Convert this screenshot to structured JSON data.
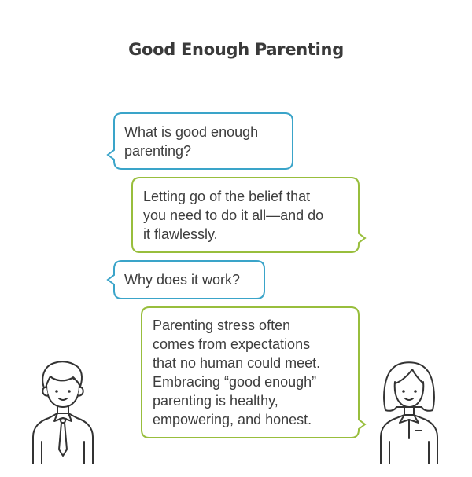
{
  "title": "Good Enough Parenting",
  "colors": {
    "question_border": "#3aa4c9",
    "answer_border": "#98be3c",
    "text": "#3d3d3d",
    "figure_stroke": "#333333"
  },
  "conversation": [
    {
      "speaker": "left",
      "kind": "question",
      "lines": [
        "What is good enough",
        "parenting?"
      ]
    },
    {
      "speaker": "right",
      "kind": "answer",
      "lines": [
        "Letting go of the belief that",
        "you need to do it all—and do",
        "it flawlessly."
      ]
    },
    {
      "speaker": "left",
      "kind": "question",
      "lines": [
        "Why does it work?"
      ]
    },
    {
      "speaker": "right",
      "kind": "answer",
      "lines": [
        "Parenting stress often",
        "comes from expectations",
        "that no human could meet.",
        "Embracing “good enough”",
        "parenting is healthy,",
        "empowering, and honest."
      ]
    }
  ],
  "figures": {
    "left": "man-icon",
    "right": "woman-icon"
  }
}
